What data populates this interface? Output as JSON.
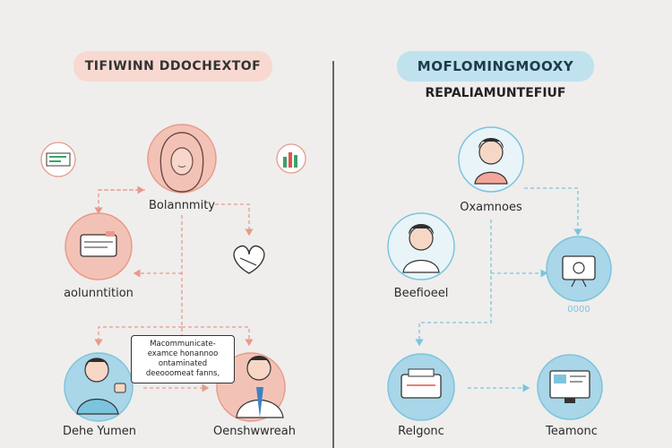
{
  "left": {
    "title": "TIFIWINN DDOCHEXTOF",
    "nodes": {
      "top_label": "Bolannmity",
      "left_label": "aolunntition",
      "bottom_left_label": "Dehe Yumen",
      "bottom_right_label": "Oenshwwreah"
    },
    "speech_bubble": "Macommunicate-examce honannoo ontaminated deeooomeat fanns,"
  },
  "right": {
    "title": "MOFLOMINGMOOXY",
    "subtitle": "REPALIAMUNTEFIUF",
    "nodes": {
      "top_label": "Oxamnoes",
      "left_label": "Beefioeel",
      "right_label": "0000",
      "bottom_left_label": "Relgonc",
      "bottom_right_label": "Teamonc"
    }
  },
  "colors": {
    "background": "#efeeec",
    "left_pill": "#f7d9d2",
    "right_pill": "#bfe2ee",
    "pink_node": "#f3c2b6",
    "blue_node": "#a9d6e8",
    "left_arrow": "#e79a8b",
    "right_arrow": "#7cc4dd",
    "divider": "#3a3a3a"
  }
}
